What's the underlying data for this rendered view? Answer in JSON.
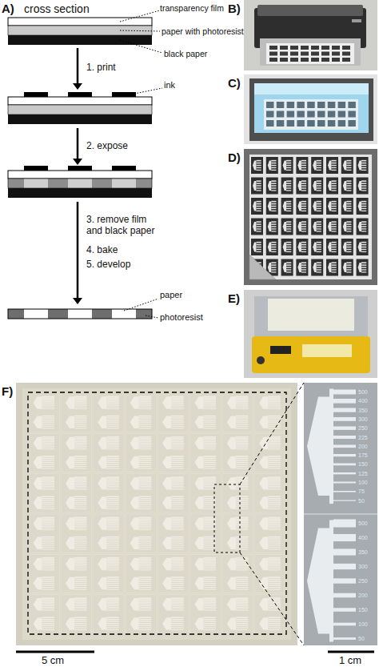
{
  "diagram": {
    "nodes": [
      {
        "text": [
          "B)"
        ]
      },
      {
        "text": [
          "C)"
        ]
      },
      {
        "text": [
          "D)"
        ]
      },
      {
        "text": [
          "E)"
        ]
      },
      {
        "text": [
          "F)"
        ]
      },
      {
        "text": [
          "500",
          "400",
          "350",
          "300",
          "250",
          "225",
          "200",
          "175",
          "150",
          "125",
          "100",
          "75",
          "50",
          "500",
          "400",
          "350",
          "300",
          "250",
          "200",
          "150",
          "100",
          "50"
        ]
      }
    ],
    "edges": [
      {
        "from": 4,
        "to": 5,
        "arrow": "none"
      },
      {
        "from": 4,
        "to": 5,
        "arrow": "none"
      }
    ],
    "labels": [
      "A)",
      "cross section",
      "transparency film",
      "paper with photoresist",
      "black paper",
      "1. print",
      "ink",
      "2. expose",
      "3. remove film and black paper",
      "4. bake",
      "5. develop",
      "paper",
      "photoresist",
      "5 cm",
      "1 cm"
    ]
  }
}
